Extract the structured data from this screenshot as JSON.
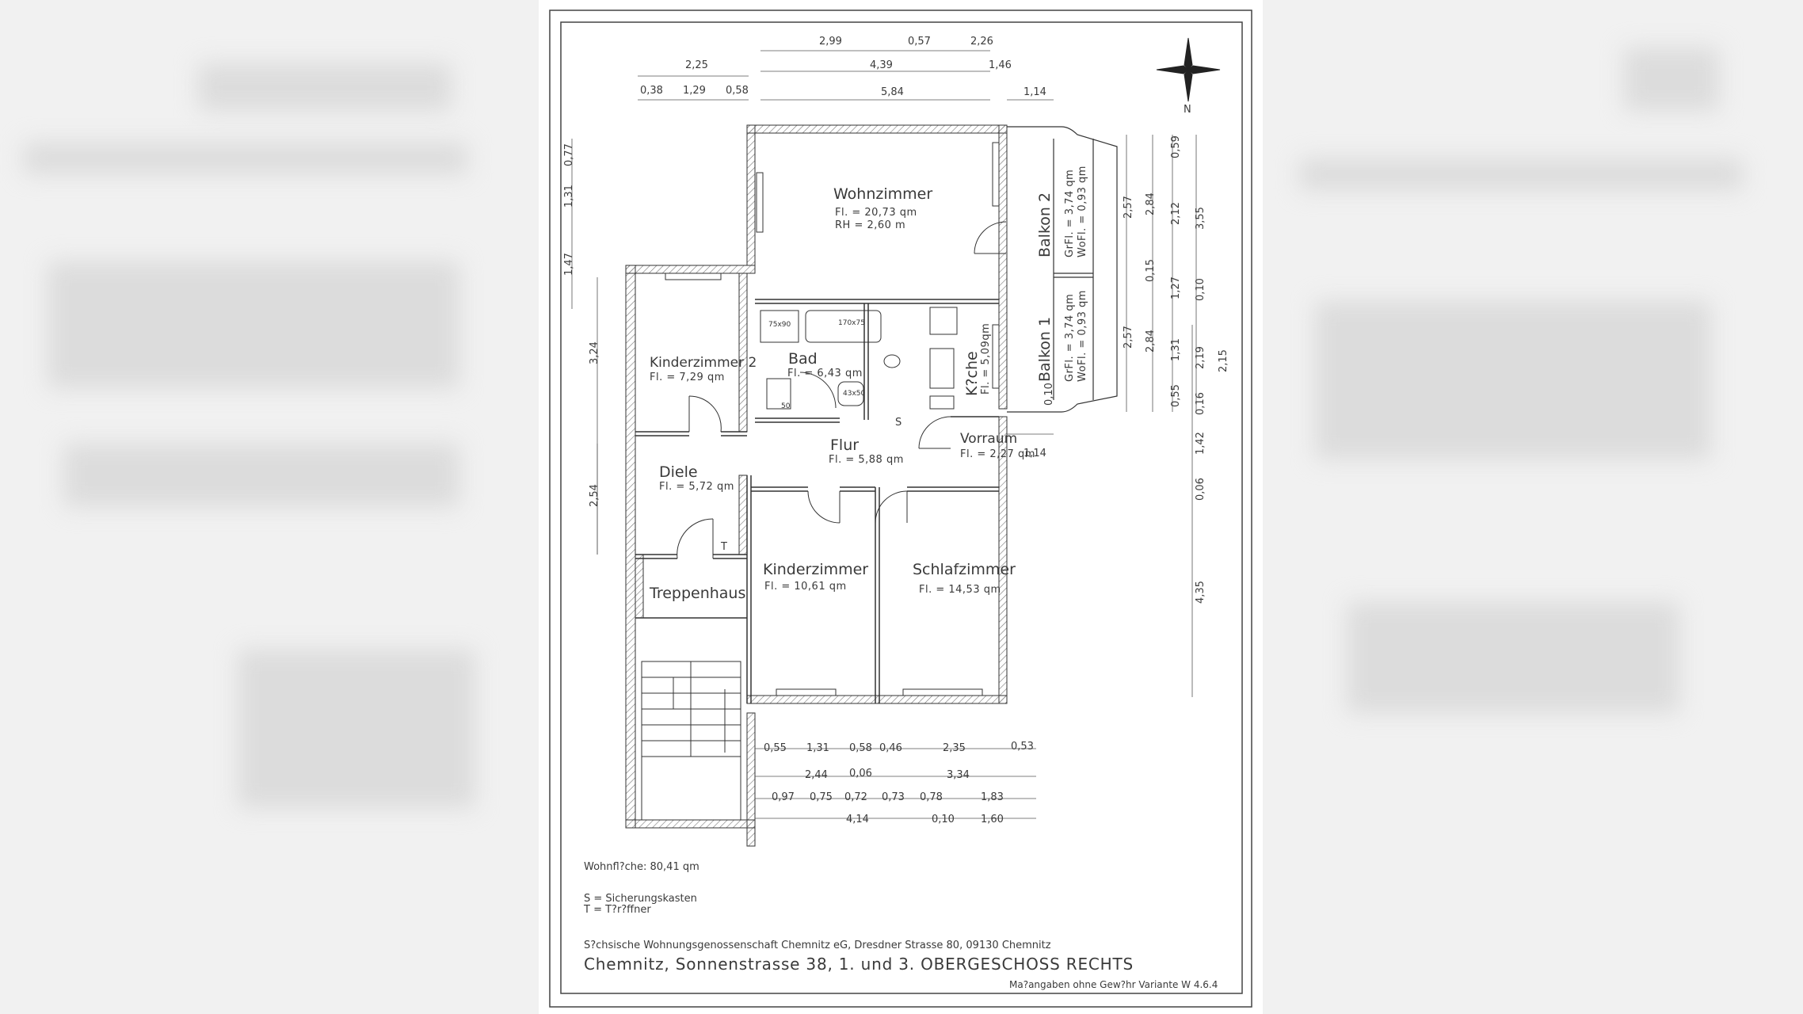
{
  "rooms": {
    "wohnzimmer": {
      "name": "Wohnzimmer",
      "area": "Fl. = 20,73 qm",
      "height": "RH = 2,60 m"
    },
    "balkon2": {
      "name": "Balkon 2",
      "grfl": "GrFl. = 3,74 qm",
      "wofl": "WoFl. = 0,93 qm"
    },
    "balkon1": {
      "name": "Balkon 1",
      "grfl": "GrFl. = 3,74 qm",
      "wofl": "WoFl. = 0,93 qm"
    },
    "kinderzimmer2": {
      "name": "Kinderzimmer 2",
      "area": "Fl. = 7,29 qm"
    },
    "bad": {
      "name": "Bad",
      "area": "Fl. = 6,43 qm"
    },
    "kueche": {
      "name": "K?che",
      "area": "Fl. = 5,09qm"
    },
    "flur": {
      "name": "Flur",
      "area": "Fl. = 5,88 qm"
    },
    "vorraum": {
      "name": "Vorraum",
      "area": "Fl. = 2,27 qm"
    },
    "diele": {
      "name": "Diele",
      "area": "Fl. = 5,72 qm"
    },
    "kinderzimmer": {
      "name": "Kinderzimmer",
      "area": "Fl. = 10,61 qm"
    },
    "schlafzimmer": {
      "name": "Schlafzimmer",
      "area": "Fl. = 14,53 qm"
    },
    "treppenhaus": {
      "name": "Treppenhaus"
    }
  },
  "fixtures": {
    "bathtub": "170x75",
    "shower": "75x90",
    "sink": "43x50",
    "washer": "50",
    "fuse_marker": "S",
    "door_marker": "T"
  },
  "compass": {
    "label": "N"
  },
  "dimensions": {
    "top": [
      "2,99",
      "0,57",
      "2,26",
      "4,39",
      "1,46",
      "2,25",
      "5,84",
      "1,14",
      "0,38",
      "1,29",
      "0,58"
    ],
    "right_mid": [
      "1,14"
    ],
    "bottom": [
      "0,55",
      "1,31",
      "0,58",
      "0,46",
      "2,35",
      "0,53",
      "2,44",
      "0,06",
      "3,34",
      "0,97",
      "0,75",
      "0,72",
      "0,73",
      "0,78",
      "1,83",
      "4,14",
      "0,10",
      "1,60"
    ],
    "left": [
      "0,77",
      "1,31",
      "1,47",
      "3,24",
      "2,54"
    ],
    "right": [
      "0,59",
      "2,84",
      "2,12",
      "3,55",
      "2,57",
      "0,15",
      "0,10",
      "1,27",
      "2,84",
      "2,57",
      "1,31",
      "2,19",
      "2,15",
      "0,55",
      "0,16",
      "0,10",
      "1,42",
      "0,06",
      "4,35"
    ]
  },
  "legend": {
    "wohnflaeche": "Wohnfl?che: 80,41 qm",
    "s": "S = Sicherungskasten",
    "t": "T = T?r?ffner"
  },
  "title_block": {
    "company": "S?chsische Wohnungsgenossenschaft Chemnitz eG, Dresdner Strasse 80, 09130 Chemnitz",
    "address": "Chemnitz, Sonnenstrasse 38, 1. und 3. OBERGESCHOSS RECHTS",
    "note": "Ma?angaben ohne Gew?hr Variante W 4.6.4"
  }
}
